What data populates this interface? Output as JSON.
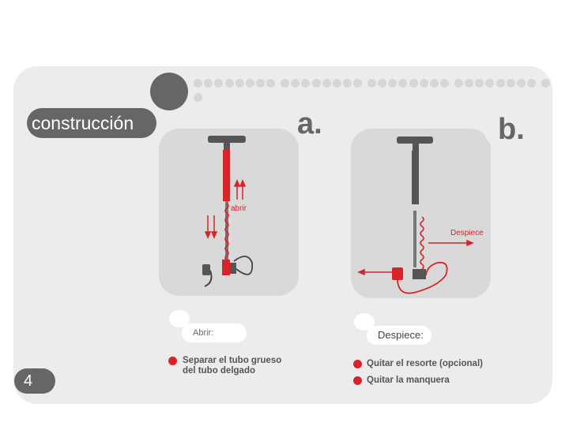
{
  "title": "construcción",
  "panel_a": {
    "letter": "a.",
    "arrow_label": "abrir"
  },
  "panel_b": {
    "letter": "b.",
    "arrow_label": "Despiece"
  },
  "section_a": {
    "label": "Abrir:",
    "steps": [
      "Separar el tubo grueso",
      "del tubo delgado"
    ]
  },
  "section_b": {
    "label": "Despiece:",
    "steps": [
      "Quitar el resorte (opcional)",
      "Quitar la manquera"
    ]
  },
  "page_number": "4",
  "colors": {
    "accent_red": "#d8232a",
    "dark_gray": "#666666",
    "panel_gray": "#d9d9d9"
  }
}
